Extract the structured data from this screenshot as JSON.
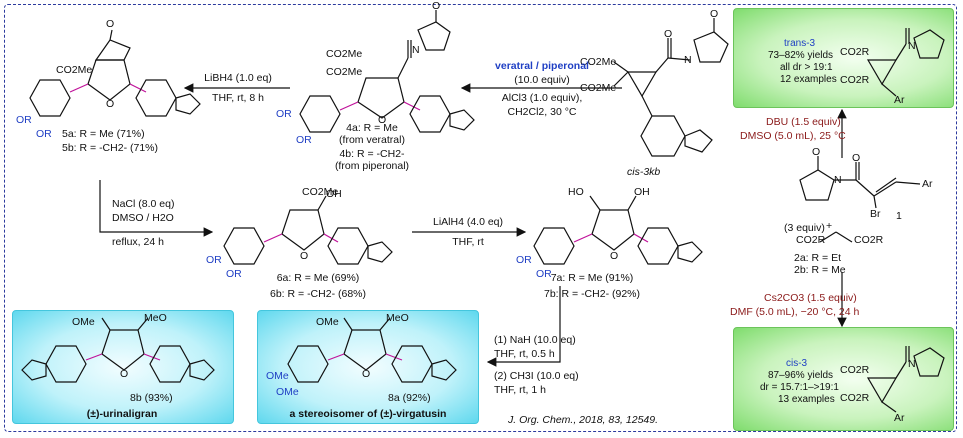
{
  "compounds": {
    "cis3kb": "cis-3kb",
    "c4a": "4a: R = Me",
    "c4a_note": "(from veratral)",
    "c4b": "4b: R = -CH2-",
    "c4b_note": "(from piperonal)",
    "c5a": "5a: R = Me (71%)",
    "c5b": "5b: R = -CH2- (71%)",
    "c6a": "6a: R = Me (69%)",
    "c6b": "6b: R = -CH2- (68%)",
    "c7a": "7a: R = Me (91%)",
    "c7b": "7b: R = -CH2- (92%)",
    "c8a": "8a (92%)",
    "c8a_name": "a stereoisomer of (±)-virgatusin",
    "c8b": "8b (93%)",
    "c8b_name": "(±)-urinaligran",
    "c1": "1",
    "reagent_2a": "2a: R = Et",
    "reagent_2b": "2b: R = Me",
    "reagent_equiv": "(3 equiv)"
  },
  "conditions": {
    "step_ald_1": "veratral / piperonal",
    "step_ald_2": "(10.0 equiv)",
    "step_ald_3": "AlCl3 (1.0 equiv),",
    "step_ald_4": "CH2Cl2, 30 °C",
    "step_lib_1": "LiBH4 (1.0 eq)",
    "step_lib_2": "THF, rt, 8 h",
    "step_nacl_1": "NaCl (8.0 eq)",
    "step_nacl_2": "DMSO / H2O",
    "step_nacl_3": "reflux, 24 h",
    "step_lah_1": "LiAlH4 (4.0 eq)",
    "step_lah_2": "THF, rt",
    "step_me_1": "(1) NaH (10.0 eq)",
    "step_me_2": "THF, rt, 0.5 h",
    "step_me_3": "(2) CH3I (10.0 eq)",
    "step_me_4": "THF, rt, 1 h",
    "step_dbu_1": "DBU (1.5 equiv)",
    "step_dbu_2": "DMSO (5.0 mL), 25 °C",
    "step_cs_1": "Cs2CO3 (1.5 equiv)",
    "step_cs_2": "DMF (5.0 mL), −20 °C, 24 h"
  },
  "panels": {
    "trans3_title": "trans-3",
    "trans3_l1": "73–82% yields",
    "trans3_l2": "all dr > 19:1",
    "trans3_l3": "12 examples",
    "cis3_title": "cis-3",
    "cis3_l1": "87–96% yields",
    "cis3_l2": "dr = 15.7:1–>19:1",
    "cis3_l3": "13 examples"
  },
  "groups": {
    "co2me": "CO2Me",
    "co2r": "CO2R",
    "or": "OR",
    "ome": "OMe",
    "meo": "MeO",
    "oh": "OH",
    "ho": "HO",
    "o": "O",
    "n": "N",
    "ar": "Ar",
    "br": "Br",
    "plus": "+"
  },
  "reference": "J. Org. Chem., 2018, 83, 12549.",
  "colors": {
    "frame": "#2c3a9e",
    "blue": "#1f3fc4",
    "darkred": "#8b1a1a",
    "magenta": "#c0129a",
    "green_panel": "#7fdc6d",
    "cyan_panel": "#5fd8ee"
  }
}
